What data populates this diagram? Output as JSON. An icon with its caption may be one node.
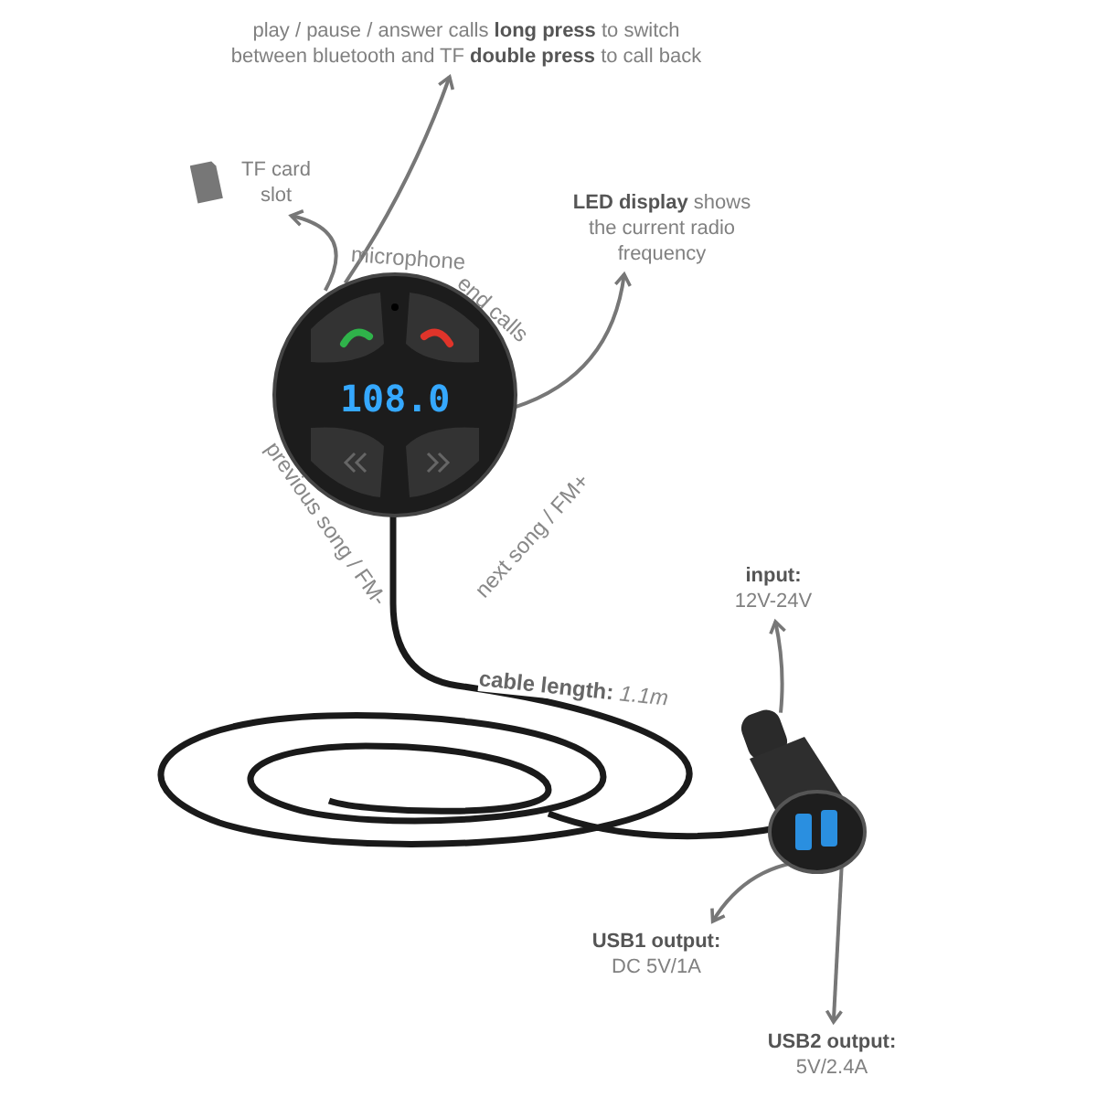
{
  "diagram": {
    "nodes": [
      {
        "text": [
          "play / pause / answer calls **long press** to switch between bluetooth and TF **double press** to call back"
        ]
      },
      {
        "text": [
          "TF card slot"
        ]
      },
      {
        "text": [
          "**LED display** shows the current radio frequency"
        ]
      },
      {
        "text": [],
        "shape": "picture"
      },
      {
        "text": [
          "**input:** 12V-24V"
        ]
      },
      {
        "text": [],
        "shape": "picture"
      },
      {
        "text": [
          "**USB1 output:** DC 5V/1A"
        ]
      },
      {
        "text": [
          "**USB2 output:** 5V/2.4A"
        ]
      }
    ],
    "edges": [
      {
        "from": 3,
        "to": 0,
        "arrow": "to"
      },
      {
        "from": 3,
        "to": 1,
        "arrow": "to"
      },
      {
        "from": 3,
        "to": 2,
        "arrow": "to"
      },
      {
        "from": 5,
        "to": 4,
        "arrow": "to"
      },
      {
        "from": 5,
        "to": 6,
        "arrow": "to"
      },
      {
        "from": 5,
        "to": 7,
        "arrow": "to"
      }
    ],
    "labels": [
      "microphone",
      "end calls",
      "108.0",
      "previous song / FM-",
      "next song / FM+",
      "**cable length:** *1.1m*"
    ]
  }
}
